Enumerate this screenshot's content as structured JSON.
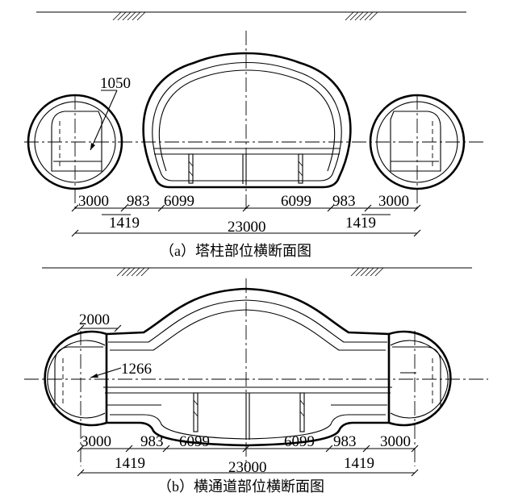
{
  "panel_a": {
    "caption": "（a）塔柱部位横断面图",
    "callout": "1050",
    "dims_row1": [
      "3000",
      "983",
      "6099",
      "6099",
      "983",
      "3000"
    ],
    "dims_row2_left": "1419",
    "dims_row2_total": "23000",
    "dims_row2_right": "1419"
  },
  "panel_b": {
    "caption": "（b）横通道部位横断面图",
    "callout_top": "2000",
    "callout_mid": "1266",
    "dims_row1": [
      "3000",
      "983",
      "6099",
      "6099",
      "983",
      "3000"
    ],
    "dims_row2_left": "1419",
    "dims_row2_total": "23000",
    "dims_row2_right": "1419"
  }
}
